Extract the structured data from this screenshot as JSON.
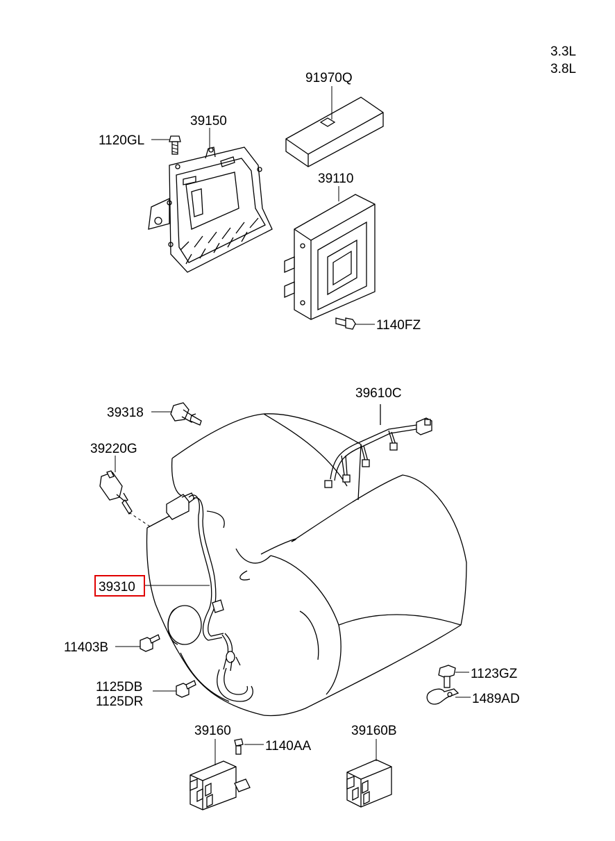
{
  "engine": {
    "line1": "3.3L",
    "line2": "3.8L"
  },
  "parts": {
    "p91970Q": "91970Q",
    "p39150": "39150",
    "p1120GL": "1120GL",
    "p39110": "39110",
    "p1140FZ": "1140FZ",
    "p39610C": "39610C",
    "p39318": "39318",
    "p39220G": "39220G",
    "p39310": "39310",
    "p11403B": "11403B",
    "p1125DB": "1125DB",
    "p1125DR": "1125DR",
    "p1123GZ": "1123GZ",
    "p1489AD": "1489AD",
    "p39160": "39160",
    "p1140AA": "1140AA",
    "p39160B": "39160B"
  },
  "highlight_color": "#e00000"
}
